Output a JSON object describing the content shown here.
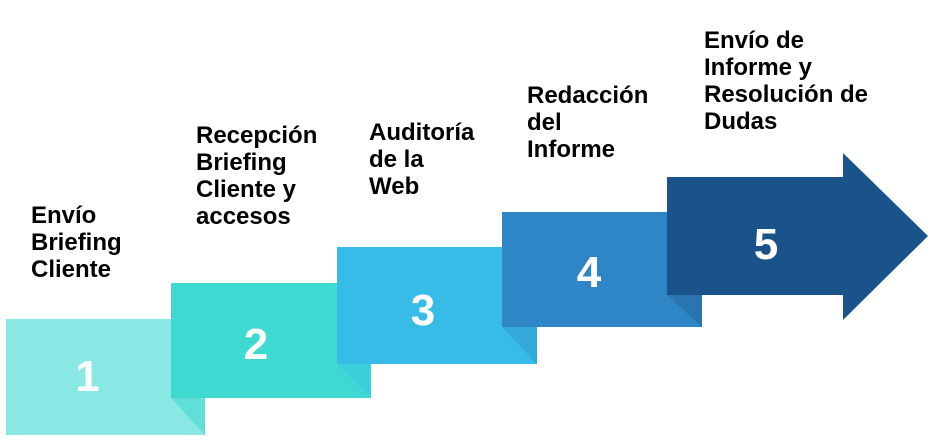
{
  "diagram": {
    "background": "#FFFFFF",
    "label_color": "#000000",
    "number_color": "#FFFFFF",
    "steps": [
      {
        "number": "1",
        "label": "Envío\nBriefing\nCliente",
        "color": "#89E8E3"
      },
      {
        "number": "2",
        "label": "Recepción\nBriefing\nCliente y\naccesos",
        "color": "#3ED9D0",
        "fold_color": "#60DFD9"
      },
      {
        "number": "3",
        "label": "Auditoría\nde la\nWeb",
        "color": "#37BCE8",
        "fold_color": "#3CCEDB"
      },
      {
        "number": "4",
        "label": "Redacción\ndel\nInforme",
        "color": "#2E86C7",
        "fold_color": "#34A9DC"
      },
      {
        "number": "5",
        "label": "Envío de\nInforme y\nResolución de\nDudas",
        "color": "#19538A",
        "fold_color": "#2A74B0"
      }
    ]
  }
}
